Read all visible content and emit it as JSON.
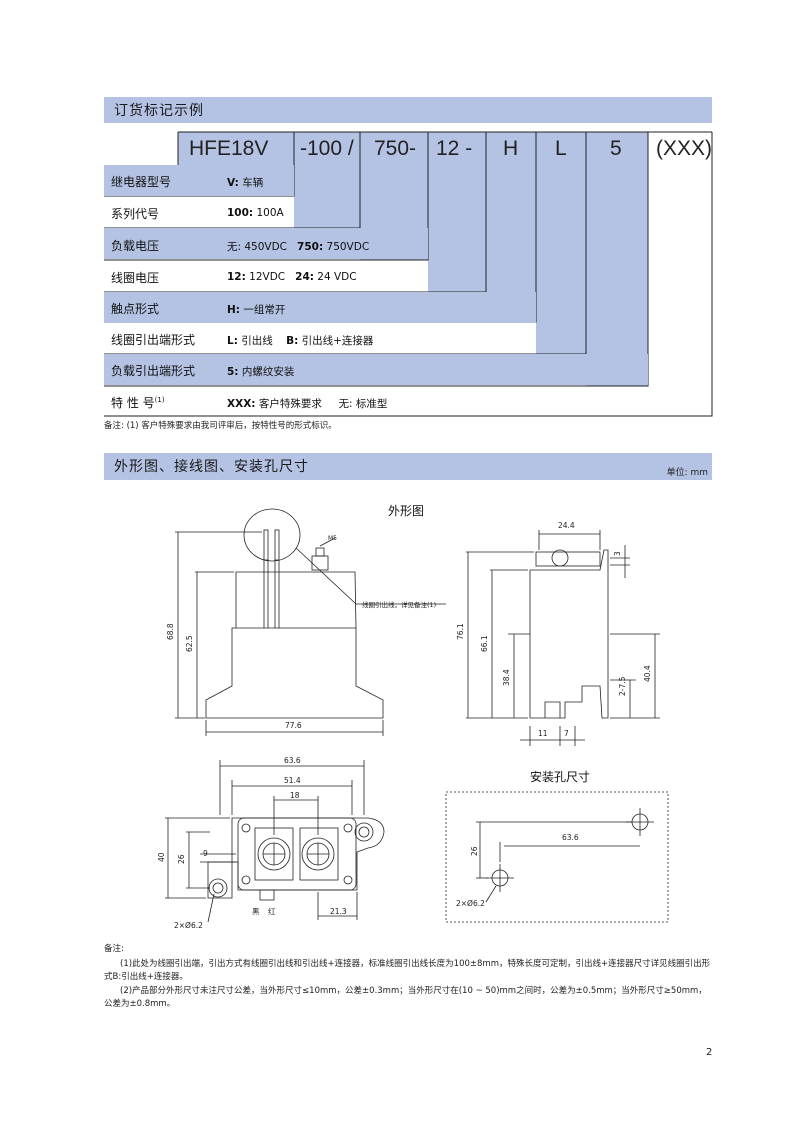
{
  "section1": {
    "title": "订货标记示例",
    "code_parts": [
      "HFE18V",
      "-100 /",
      "750-",
      "12 -",
      "H",
      "L",
      "5",
      "(XXX)"
    ],
    "rows": [
      {
        "label": "继电器型号",
        "key": "V:",
        "text": " 车辆"
      },
      {
        "label": "系列代号",
        "key": "100:",
        "text": " 100A"
      },
      {
        "label": "负载电压",
        "key": "",
        "text": "无: 450VDC",
        "key2": "750:",
        "text2": " 750VDC"
      },
      {
        "label": "线圈电压",
        "key": "12:",
        "text": " 12VDC",
        "key2": "24:",
        "text2": " 24 VDC"
      },
      {
        "label": "触点形式",
        "key": "H:",
        "text": " 一组常开"
      },
      {
        "label": "线圈引出端形式",
        "key": "L:",
        "text": " 引出线",
        "key2": "B:",
        "text2": " 引出线+连接器"
      },
      {
        "label": "负载引出端形式",
        "key": "5:",
        "text": " 内螺纹安装"
      },
      {
        "label": "特 性 号",
        "sup": "(1)",
        "key": "XXX:",
        "text": " 客户特殊要求",
        "text2": "无: 标准型"
      }
    ],
    "note": "备注: (1) 客户特殊要求由我司评审后，按特性号的形式标识。"
  },
  "section2": {
    "title": "外形图、接线图、安装孔尺寸",
    "unit": "单位: mm",
    "outline_caption": "外形图",
    "mount_caption": "安装孔尺寸",
    "dims_front": {
      "h_total": "68.8",
      "h_body": "62.5",
      "width": "77.6",
      "screw": "M5",
      "callout": "线圈引出线，详见备注(1)"
    },
    "dims_side": {
      "top": "24.4",
      "h_total": "76.1",
      "h_body": "66.1",
      "h_mid": "38.4",
      "h_right": "40.4",
      "slot": "2-7.5",
      "gap": "3",
      "b1": "11",
      "b2": "7"
    },
    "dims_top": {
      "w1": "63.6",
      "w2": "51.4",
      "w3": "18",
      "h1": "40",
      "h2": "26",
      "h3": "9",
      "b": "21.3",
      "hole": "2×Ø6.2",
      "black": "黑",
      "red": "红"
    },
    "dims_mount": {
      "w": "63.6",
      "h": "26",
      "hole": "2×Ø6.2"
    }
  },
  "notes": {
    "heading": "备注:",
    "n1": "(1)此处为线圈引出端，引出方式有线圈引出线和引出线+连接器，标准线圈引出线长度为100±8mm，特殊长度可定制，引出线+连接器尺寸详见线圈引出形式B:引出线+连接器。",
    "n2": "(2)产品部分外形尺寸未注尺寸公差，当外形尺寸≤10mm，公差±0.3mm；当外形尺寸在(10 ~ 50)mm之间时，公差为±0.5mm；当外形尺寸≥50mm，公差为±0.8mm。"
  },
  "page_number": "2"
}
